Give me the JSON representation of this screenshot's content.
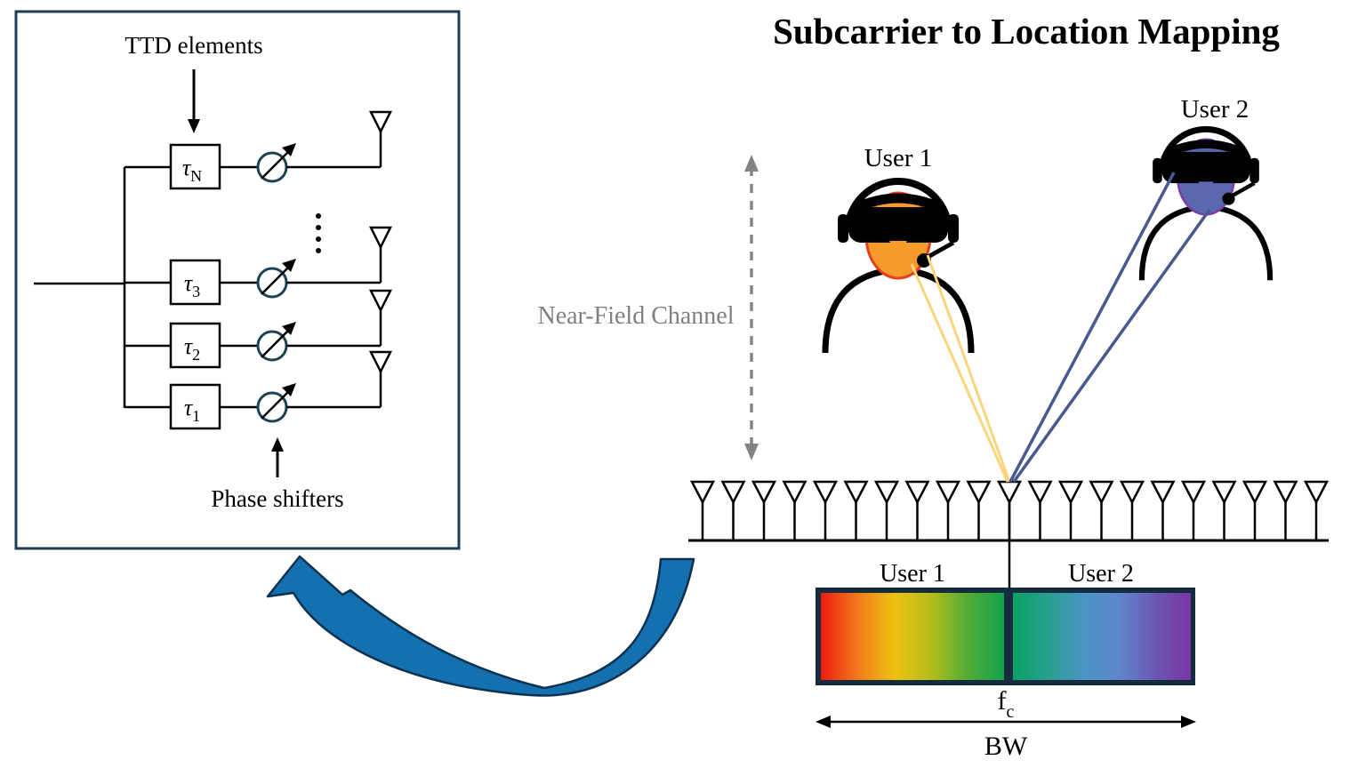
{
  "title": "Subcarrier to Location Mapping",
  "ttd_box": {
    "top_label": "TTD elements",
    "bottom_label": "Phase shifters",
    "tau_symbol": "τ",
    "rows": [
      {
        "sub": "N"
      },
      {
        "sub": "3"
      },
      {
        "sub": "2"
      },
      {
        "sub": "1"
      }
    ]
  },
  "near_field": {
    "label": "Near-Field Channel"
  },
  "users": [
    {
      "name": "User 1",
      "face_color": "#f59b2a",
      "face_outline": "#e2401f",
      "beam_color": "#fbd57e"
    },
    {
      "name": "User 2",
      "face_color": "#5a68ae",
      "face_outline": "#7a3fa8",
      "beam_color": "#47598f"
    }
  ],
  "antenna_array": {
    "count": 21
  },
  "spectrum": {
    "left_label": "User 1",
    "right_label": "User 2",
    "center_freq_label": "f",
    "center_freq_sub": "c",
    "bandwidth_label": "BW",
    "left_gradient": [
      "#ee1b0e",
      "#f3791c",
      "#eec211",
      "#b5bd1b",
      "#52ad35",
      "#14a24f"
    ],
    "right_gradient": [
      "#0ba164",
      "#28a090",
      "#4b94c4",
      "#5f86cb",
      "#6a57b2",
      "#7b35a5"
    ]
  },
  "colors": {
    "box_border": "#1e3c56",
    "phase_shifter_ring": "#1d4254",
    "curved_arrow_fill": "#1470af",
    "curved_arrow_outline": "#0d3250",
    "near_field_gray": "#7f7f7f",
    "spectrum_border": "#142c3e"
  }
}
